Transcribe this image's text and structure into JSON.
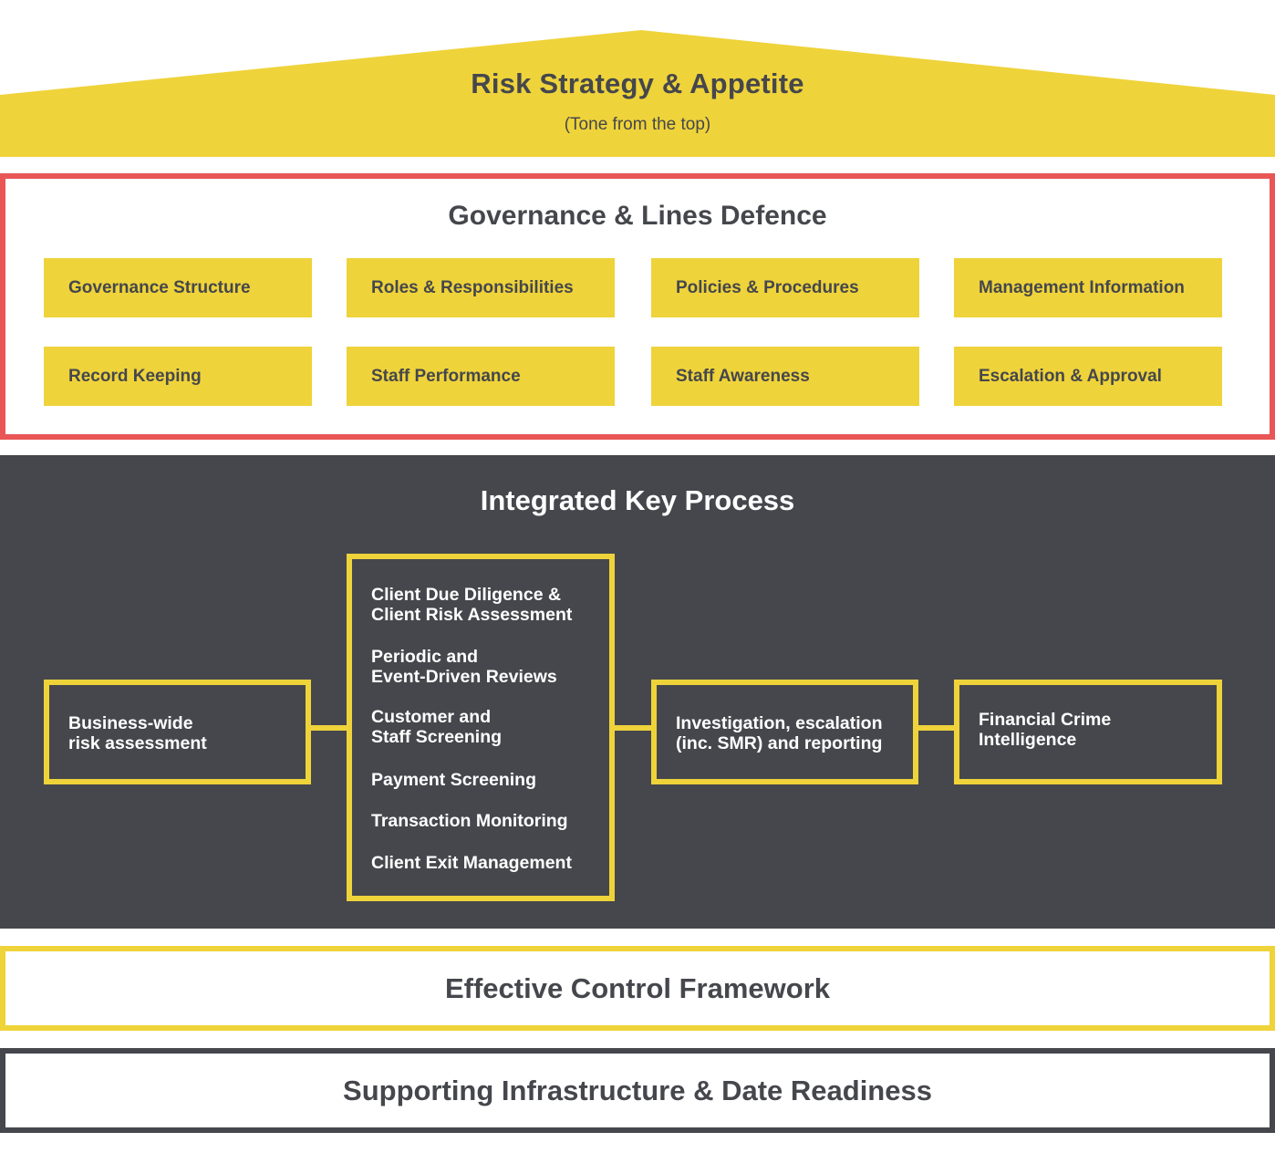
{
  "colors": {
    "yellow": "#efd33a",
    "red": "#e85656",
    "dark": "#45474c",
    "white": "#ffffff"
  },
  "roof": {
    "title": "Risk Strategy & Appetite",
    "subtitle": "(Tone from the top)"
  },
  "governance": {
    "title": "Governance & Lines Defence",
    "tiles": [
      {
        "label": "Governance Structure"
      },
      {
        "label": "Roles & Responsibilities"
      },
      {
        "label": "Policies & Procedures"
      },
      {
        "label": "Management Information"
      },
      {
        "label": "Record Keeping"
      },
      {
        "label": "Staff Performance"
      },
      {
        "label": "Staff Awareness"
      },
      {
        "label": "Escalation & Approval"
      }
    ]
  },
  "process": {
    "title": "Integrated Key Process",
    "left_box": "Business-wide\nrisk assessment",
    "center_items": [
      "Client Due Diligence &\nClient Risk Assessment",
      "Periodic and\nEvent-Driven Reviews",
      "Customer and\nStaff Screening",
      "Payment Screening",
      "Transaction Monitoring",
      "Client Exit Management"
    ],
    "investigation_box": "Investigation, escalation\n(inc. SMR) and reporting",
    "intel_box": "Financial Crime\nIntelligence"
  },
  "control": {
    "title": "Effective Control Framework"
  },
  "infrastructure": {
    "title": "Supporting Infrastructure & Date Readiness"
  }
}
